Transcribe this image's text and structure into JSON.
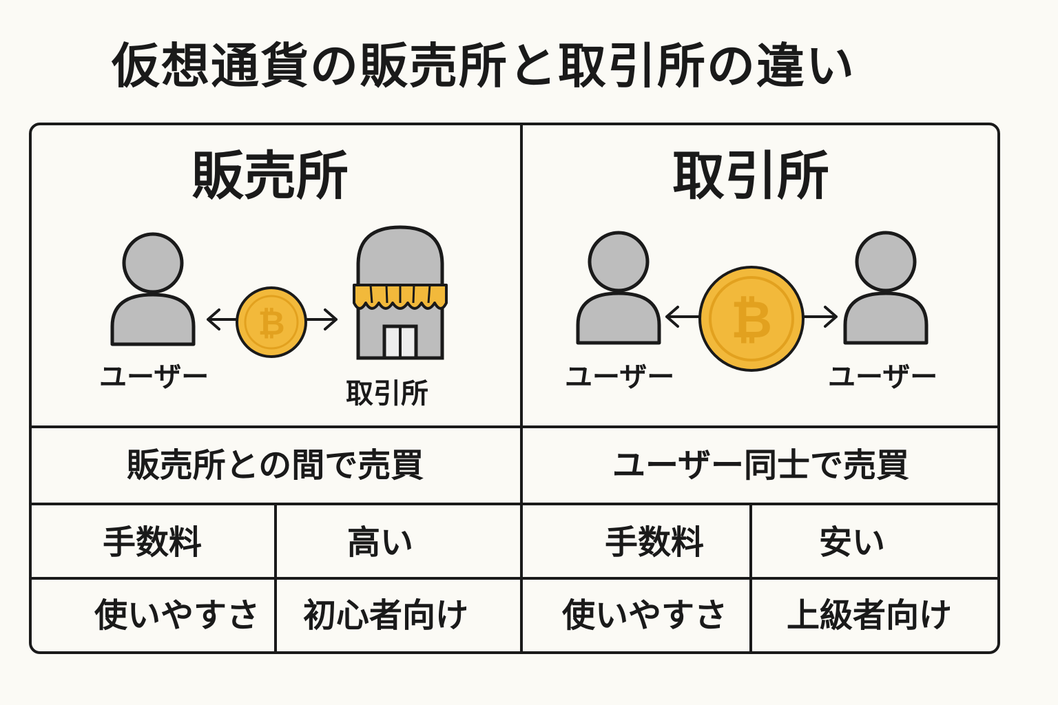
{
  "title": "仮想通貨の販売所と取引所の違い",
  "colors": {
    "outline": "#1a1a1a",
    "person_fill": "#bdbdbd",
    "coin_fill": "#f2b93b",
    "coin_symbol": "#e2a11f",
    "awning": "#f2b93b",
    "background": "#fbfaf5"
  },
  "left": {
    "heading": "販売所",
    "user_label": "ユーザー",
    "shop_label": "取引所",
    "description": "販売所との間で売買",
    "fee_label": "手数料",
    "fee_value": "高い",
    "usability_label": "使いやすさ",
    "usability_value": "初心者向け"
  },
  "right": {
    "heading": "取引所",
    "user_label_1": "ユーザー",
    "user_label_2": "ユーザー",
    "description": "ユーザー同士で売買",
    "fee_label": "手数料",
    "fee_value": "安い",
    "usability_label": "使いやすさ",
    "usability_value": "上級者向け"
  },
  "icons": {
    "person": "person-icon",
    "coin": "bitcoin-coin-icon",
    "shop": "shop-icon",
    "arrow": "double-arrow-icon"
  }
}
